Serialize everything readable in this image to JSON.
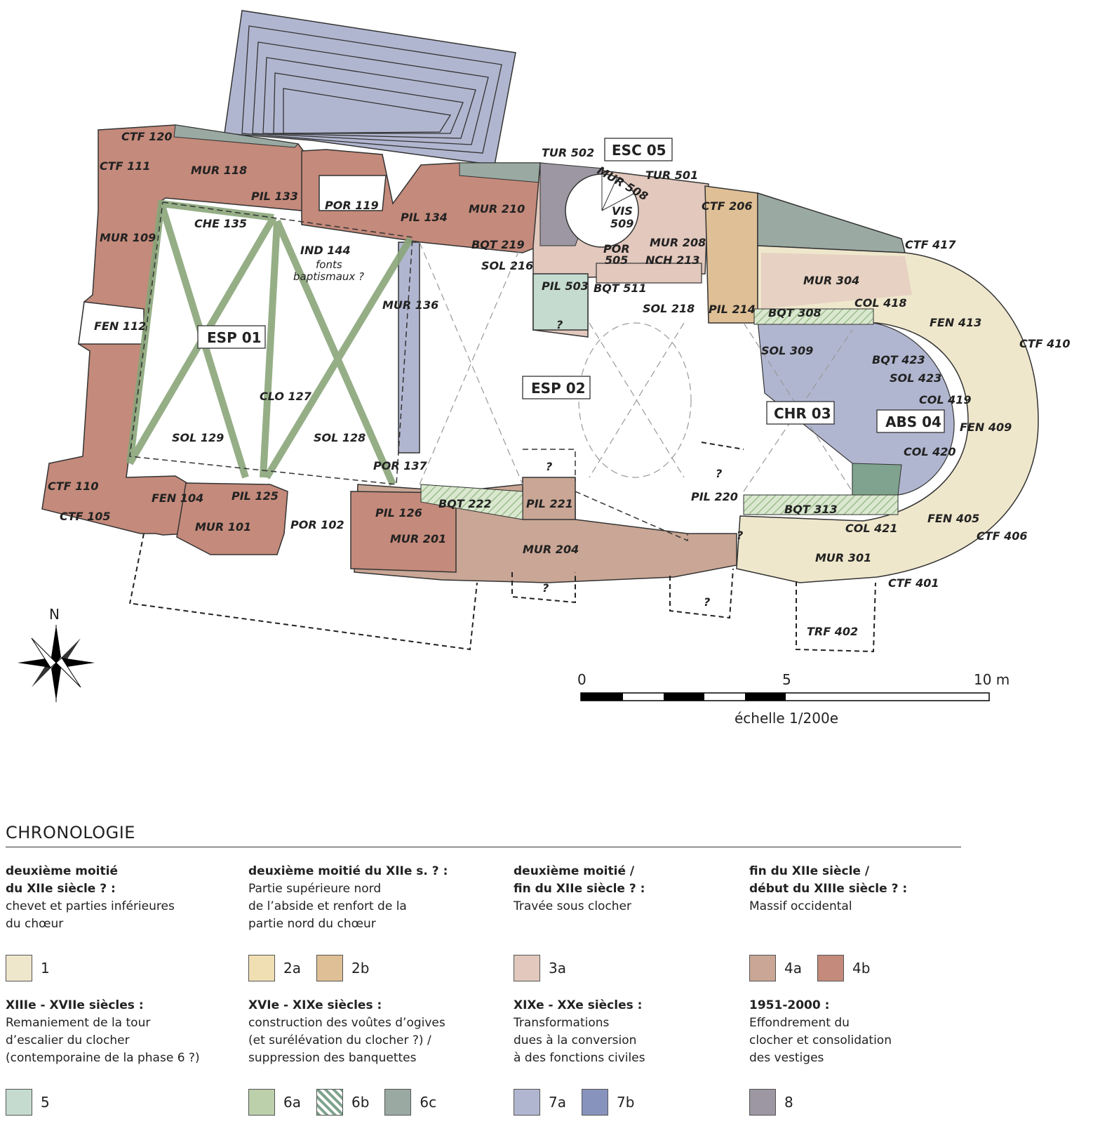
{
  "plan": {
    "rooms": {
      "esp01": "ESP 01",
      "esp02": "ESP 02",
      "chr03": "CHR 03",
      "abs04": "ABS 04",
      "esc05": "ESC 05"
    },
    "labels": {
      "ctf120": "CTF 120",
      "ctf111": "CTF 111",
      "mur118": "MUR 118",
      "pil133": "PIL 133",
      "che135": "CHE 135",
      "mur109": "MUR 109",
      "fen112": "FEN 112",
      "ctf110": "CTF 110",
      "ctf105": "CTF 105",
      "fen104": "FEN 104",
      "pil125": "PIL 125",
      "mur101": "MUR 101",
      "por102": "POR 102",
      "sol129": "SOL 129",
      "clo127": "CLO 127",
      "sol128": "SOL 128",
      "ind144": "IND 144",
      "fonts1": "fonts",
      "fonts2": "baptismaux ?",
      "por119": "POR 119",
      "pil134": "PIL 134",
      "mur136": "MUR 136",
      "por137": "POR 137",
      "pil126": "PIL 126",
      "mur201": "MUR 201",
      "bqt222": "BQT 222",
      "mur210": "MUR 210",
      "bqt219": "BQT 219",
      "sol216": "SOL 216",
      "tur502": "TUR 502",
      "mur508": "MUR 508",
      "tur501": "TUR 501",
      "vis509a": "VIS",
      "vis509b": "509",
      "por505a": "POR",
      "por505b": "505",
      "pil503": "PIL 503",
      "bqt511": "BQT 511",
      "mur208": "MUR 208",
      "nch213": "NCH 213",
      "ctf206": "CTF 206",
      "sol218": "SOL 218",
      "pil214": "PIL 214",
      "pil221": "PIL 221",
      "mur204": "MUR 204",
      "pil220": "PIL 220",
      "ctf417": "CTF 417",
      "mur304": "MUR 304",
      "bqt308": "BQT 308",
      "col418": "COL 418",
      "fen413": "FEN 413",
      "ctf410": "CTF 410",
      "sol309": "SOL 309",
      "bqt423": "BQT 423",
      "sol423": "SOL 423",
      "col419": "COL 419",
      "fen409": "FEN 409",
      "col420": "COL 420",
      "bqt313": "BQT 313",
      "col421": "COL 421",
      "fen405": "FEN 405",
      "ctf406": "CTF 406",
      "mur301": "MUR 301",
      "ctf401": "CTF 401",
      "trf402": "TRF 402",
      "q": "?"
    },
    "north": "N",
    "scale": {
      "t0": "0",
      "t5": "5",
      "t10": "10 m",
      "caption": "échelle 1/200e"
    }
  },
  "legend": {
    "title": "CHRONOLOGIE",
    "groups": [
      {
        "period": "deuxième moitié\ndu XIIe siècle ? :",
        "desc": "chevet et parties inférieures\ndu chœur",
        "swatches": [
          {
            "label": "1",
            "color": "#efe7cc"
          }
        ]
      },
      {
        "period": "deuxième moitié du XIIe s. ? :",
        "desc": "Partie supérieure nord\nde l’abside et renfort de la\npartie nord du chœur",
        "swatches": [
          {
            "label": "2a",
            "color": "#f1dfb4"
          },
          {
            "label": "2b",
            "color": "#dfbf95"
          }
        ]
      },
      {
        "period": "deuxième moitié /\nfin du XIIe siècle ? :",
        "desc": "Travée sous clocher",
        "swatches": [
          {
            "label": "3a",
            "color": "#e2c8bd"
          }
        ]
      },
      {
        "period": "fin du XIIe siècle /\ndébut du XIIIe siècle ? :",
        "desc": "Massif occidental",
        "swatches": [
          {
            "label": "4a",
            "color": "#c9a695"
          },
          {
            "label": "4b",
            "color": "#c48a7b"
          }
        ]
      },
      {
        "period": "XIIIe - XVIIe siècles :",
        "desc": "Remaniement de la tour\nd’escalier du clocher\n(contemporaine de la phase 6 ?)",
        "swatches": [
          {
            "label": "5",
            "color": "#c5dbd0"
          }
        ]
      },
      {
        "period": "XVIe - XIXe siècles :",
        "desc": "construction des voûtes d’ogives\n(et surélévation du clocher ?) /\nsuppression des banquettes",
        "swatches": [
          {
            "label": "6a",
            "color": "#bcd0ac"
          },
          {
            "label": "6b",
            "color": "#a9c7a6"
          },
          {
            "label": "6c",
            "color": "#9aaaa2"
          }
        ]
      },
      {
        "period": "XIXe - XXe siècles :",
        "desc": "Transformations\ndues à la conversion\nà des fonctions civiles",
        "swatches": [
          {
            "label": "7a",
            "color": "#b1b6d0"
          },
          {
            "label": "7b",
            "color": "#8893bd"
          }
        ]
      },
      {
        "period": "1951-2000 :",
        "desc": "Effondrement du\nclocher et consolidation\ndes vestiges",
        "swatches": [
          {
            "label": "8",
            "color": "#9c97a2"
          }
        ]
      }
    ]
  }
}
